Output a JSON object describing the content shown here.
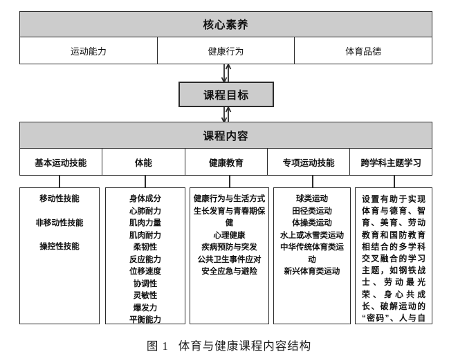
{
  "figure": {
    "caption_label": "图 1",
    "caption_text": "体育与健康课程内容结构"
  },
  "colors": {
    "header_fill": "#cccccc",
    "box_fill": "#ffffff",
    "stroke": "#2b2b2b"
  },
  "core_literacy": {
    "title": "核心素养",
    "items": [
      {
        "label": "运动能力"
      },
      {
        "label": "健康行为"
      },
      {
        "label": "体育品德"
      }
    ]
  },
  "course_goal": {
    "title": "课程目标"
  },
  "course_content": {
    "title": "课程内容",
    "columns": [
      {
        "header": "基本运动技能",
        "layout": "spaced-list",
        "items": [
          "移动性技能",
          "非移动性技能",
          "操控性技能"
        ]
      },
      {
        "header": "体能",
        "layout": "list",
        "items": [
          "身体成分",
          "心肺耐力",
          "肌肉力量",
          "肌肉耐力",
          "柔韧性",
          "反应能力",
          "位移速度",
          "协调性",
          "灵敏性",
          "爆发力",
          "平衡能力"
        ]
      },
      {
        "header": "健康教育",
        "layout": "list",
        "items": [
          "健康行为与生活方式",
          "生长发育与青春期保健",
          "心理健康",
          "疾病预防与突发",
          "公共卫生事件应对",
          "安全应急与避险"
        ]
      },
      {
        "header": "专项运动技能",
        "layout": "list",
        "items": [
          "球类运动",
          "田径类运动",
          "体操类运动",
          "水上或冰雪类运动",
          "中华传统体育类运动",
          "新兴体育类运动"
        ]
      },
      {
        "header": "跨学科主题学习",
        "layout": "paragraph",
        "paragraph": "设置有助于实现体育与德育、智育、美育、劳动教育和国防教育相结合的多学科交叉融合的学习主题，如钢铁战士、劳动最光荣、身心共成长、破解运动的“密码”、人与自然和谐美等"
      }
    ]
  },
  "connectors": {
    "literacy_to_goal": "double-headed-arrow",
    "goal_to_content": "double-headed-arrow",
    "content_to_details": "vertical-line"
  }
}
